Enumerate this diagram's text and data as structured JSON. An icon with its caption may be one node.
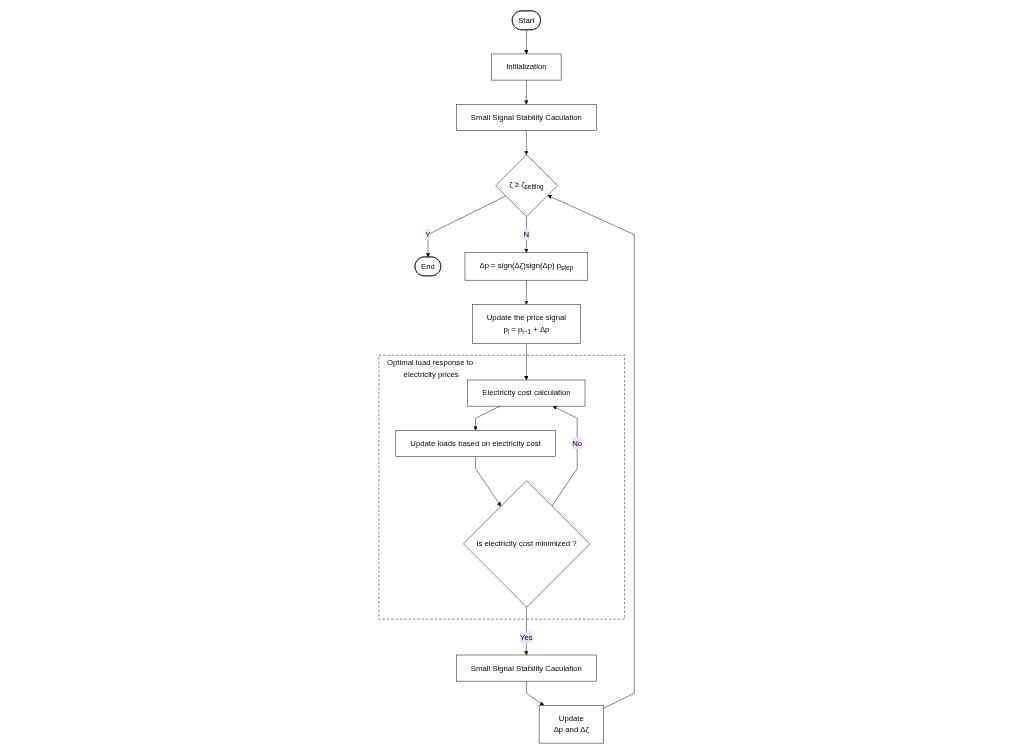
{
  "diagram": {
    "nodes": [
      {
        "text": [
          "Start"
        ]
      },
      {
        "text": [
          "Initialization"
        ]
      },
      {
        "text": [
          "Small Signal Stability Caculation"
        ]
      },
      {
        "text": [
          "ζ ≥ ζ$_{setting}$"
        ]
      },
      {
        "text": [
          "End"
        ]
      },
      {
        "text": [
          "Δp = sign(Δζ)sign(Δp) p$_{step}$"
        ]
      },
      {
        "text": [
          "Update the price signal",
          "p$_{i}$ = p$_{i−1}$ + Δp"
        ]
      },
      {
        "text": [
          "Optimal load response to electricity prices"
        ]
      },
      {
        "text": [
          "Electricity cost calculation"
        ],
        "in": 7
      },
      {
        "text": [
          "Update loads based on electricity cost"
        ],
        "in": 7
      },
      {
        "text": [
          "Is electricity cost minimized ?"
        ],
        "in": 7
      },
      {
        "text": [
          "Small Signal Stability Caculation"
        ]
      },
      {
        "text": [
          "Update",
          "Δp and Δζ"
        ]
      }
    ],
    "edges": [
      {
        "from": 0,
        "to": 1,
        "arrow": "to"
      },
      {
        "from": 1,
        "to": 2,
        "arrow": "to"
      },
      {
        "from": 2,
        "to": 3,
        "arrow": "to"
      },
      {
        "from": 3,
        "to": 4,
        "arrow": "to",
        "label": "Y"
      },
      {
        "from": 3,
        "to": 5,
        "arrow": "to",
        "label": "N"
      },
      {
        "from": 5,
        "to": 6,
        "arrow": "to"
      },
      {
        "from": 6,
        "to": 8,
        "arrow": "to"
      },
      {
        "from": 8,
        "to": 9,
        "arrow": "to"
      },
      {
        "from": 9,
        "to": 10,
        "arrow": "to"
      },
      {
        "from": 10,
        "to": 8,
        "arrow": "to",
        "label": "No"
      },
      {
        "from": 10,
        "to": 11,
        "arrow": "to",
        "label": "Yes"
      },
      {
        "from": 11,
        "to": 12,
        "arrow": "to"
      },
      {
        "from": 12,
        "to": 3,
        "arrow": "to"
      }
    ]
  }
}
